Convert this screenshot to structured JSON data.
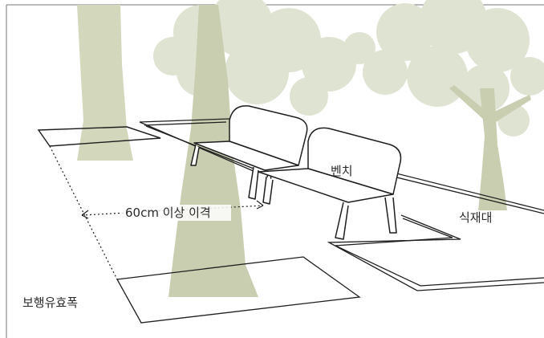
{
  "labels": {
    "bench": "벤치",
    "planting_zone": "식재대",
    "clearance": "60cm 이상 이격",
    "walkway_width": "보행유효폭"
  },
  "colors": {
    "tree_foliage": "#dfe3d1",
    "tree_trunk": "#c9ceb1",
    "line": "#1e1e1e",
    "background": "#ffffff"
  }
}
